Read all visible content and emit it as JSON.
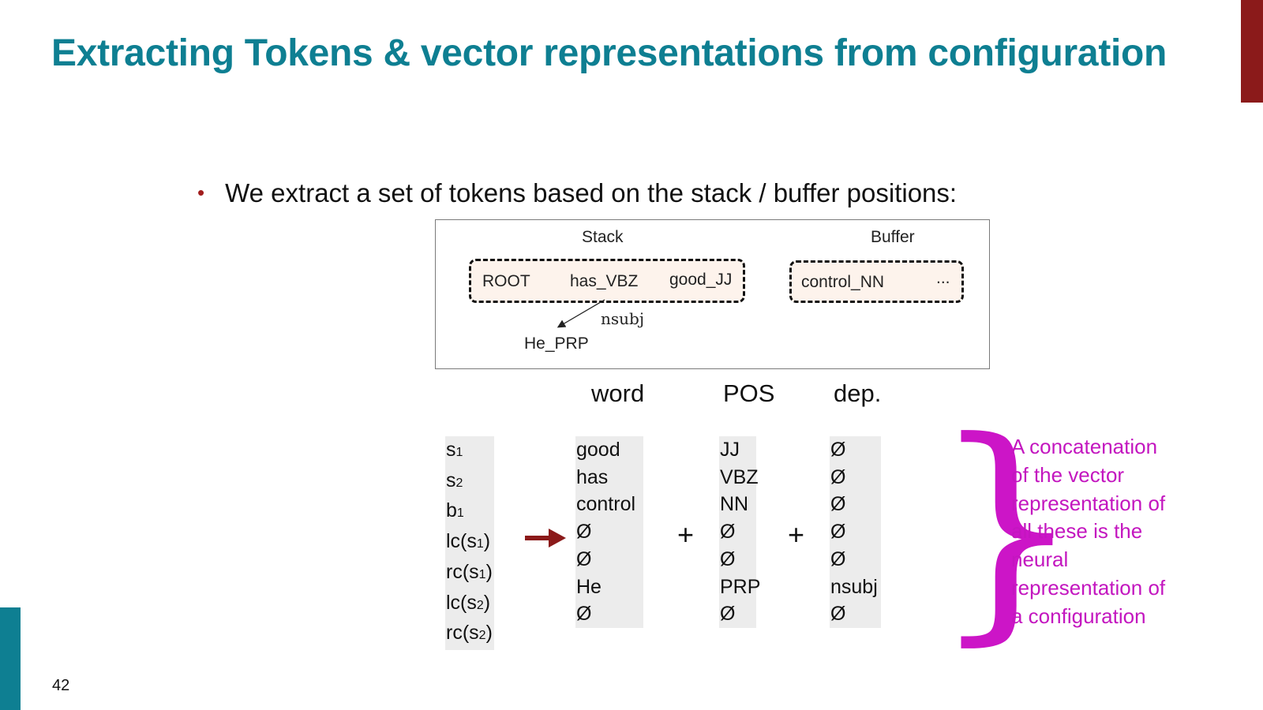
{
  "slide": {
    "title": "Extracting Tokens & vector representations from configuration",
    "number": "42",
    "bullet": "We extract a set of tokens based on the stack / buffer positions:",
    "bullet_marker": "•"
  },
  "configuration": {
    "stack_label": "Stack",
    "buffer_label": "Buffer",
    "stack_tokens": [
      "ROOT",
      "has_VBZ",
      "good_JJ"
    ],
    "buffer_tokens": [
      "control_NN",
      "..."
    ],
    "arc_label": "nsubj",
    "dependent": "He_PRP"
  },
  "features": {
    "headers": {
      "word": "word",
      "pos": "POS",
      "dep": "dep."
    },
    "positions": [
      {
        "base": "s",
        "sub": "1",
        "pre": "",
        "post": ""
      },
      {
        "base": "s",
        "sub": "2",
        "pre": "",
        "post": ""
      },
      {
        "base": "b",
        "sub": "1",
        "pre": "",
        "post": ""
      },
      {
        "base": "s",
        "sub": "1",
        "pre": "lc(",
        "post": ")"
      },
      {
        "base": "s",
        "sub": "1",
        "pre": "rc(",
        "post": ")"
      },
      {
        "base": "s",
        "sub": "2",
        "pre": "lc(",
        "post": ")"
      },
      {
        "base": "s",
        "sub": "2",
        "pre": "rc(",
        "post": ")"
      }
    ],
    "words": [
      "good",
      "has",
      "control",
      "Ø",
      "Ø",
      "He",
      "Ø"
    ],
    "pos": [
      "JJ",
      "VBZ",
      "NN",
      "Ø",
      "Ø",
      "PRP",
      "Ø"
    ],
    "deps": [
      "Ø",
      "Ø",
      "Ø",
      "Ø",
      "Ø",
      "nsubj",
      "Ø"
    ],
    "plus_sign": "+"
  },
  "annotation": {
    "brace": "}",
    "lines": [
      "A concatenation",
      "of the vector",
      "representation of",
      "all these is the",
      "neural",
      "representation of",
      "a configuration"
    ]
  },
  "colors": {
    "title": "#0e7f92",
    "accent_red": "#8b1a1a",
    "brace": "#cc15c7",
    "box_fill": "#fdf3ec"
  }
}
